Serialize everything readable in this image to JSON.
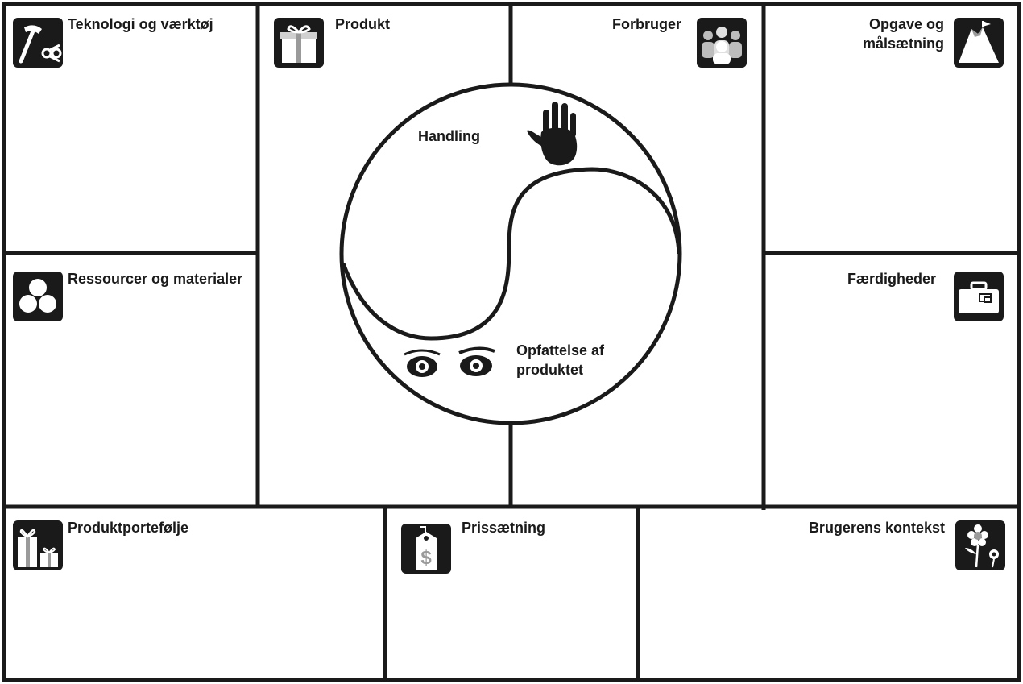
{
  "canvas": {
    "title_tech": "Teknologi og værktøj",
    "title_product": "Produkt",
    "title_consumer": "Forbruger",
    "title_task_line1": "Opgave og",
    "title_task_line2": "målsætning",
    "title_resources": "Ressourcer og materialer",
    "title_skills": "Færdigheder",
    "title_portfolio": "Produktportefølje",
    "title_pricing": "Prissætning",
    "title_context": "Brugerens kontekst"
  },
  "center": {
    "action": "Handling",
    "perception_line1": "Opfattelse af",
    "perception_line2": "produktet"
  },
  "icons": {
    "tech": "hammer-and-pliers-icon",
    "product": "gift-box-icon",
    "consumer": "people-group-icon",
    "task": "mountain-flag-icon",
    "resources": "three-circles-icon",
    "skills": "briefcase-icon",
    "portfolio": "gift-boxes-icon",
    "pricing": "price-tag-icon",
    "context": "flowers-icon",
    "hand": "handprint-icon",
    "eyes": "eyes-icon"
  },
  "colors": {
    "line": "#1a1a1a",
    "icon_bg": "#1a1a1a",
    "icon_fg": "#ffffff",
    "icon_mid": "#9a9a9a"
  }
}
